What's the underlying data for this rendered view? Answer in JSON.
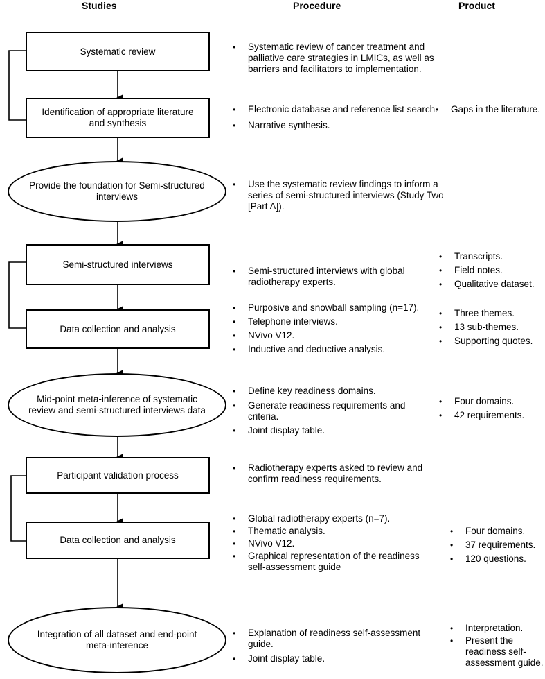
{
  "headers": {
    "studies": "Studies",
    "procedure": "Procedure",
    "product": "Product"
  },
  "nodes": [
    {
      "id": "n1",
      "label": "Systematic review"
    },
    {
      "id": "n2",
      "label": "Identification of appropriate literature and synthesis"
    },
    {
      "id": "n3",
      "label": "Provide the foundation for Semi-structured interviews"
    },
    {
      "id": "n4",
      "label": "Semi-structured interviews"
    },
    {
      "id": "n5",
      "label": "Data collection and analysis"
    },
    {
      "id": "n6",
      "label": "Mid-point meta-inference of systematic review and semi-structured interviews data"
    },
    {
      "id": "n7",
      "label": "Participant validation process"
    },
    {
      "id": "n8",
      "label": "Data collection and analysis"
    },
    {
      "id": "n9",
      "label": "Integration of all dataset and end-point meta-inference"
    }
  ],
  "procedures": [
    [
      "Systematic review of cancer treatment and palliative care strategies in LMICs, as well as barriers and facilitators to implementation."
    ],
    [
      "Electronic database and reference list search.",
      "Narrative synthesis."
    ],
    [
      "Use the systematic review findings to inform a series of semi-structured interviews (Study Two [Part A])."
    ],
    [
      "Semi-structured interviews with global radiotherapy experts."
    ],
    [
      "Purposive and snowball sampling (n=17).",
      "Telephone interviews.",
      "NVivo V12.",
      "Inductive and deductive analysis."
    ],
    [
      "Define key readiness domains.",
      "Generate readiness requirements and criteria.",
      "Joint display table."
    ],
    [
      "Radiotherapy experts asked to review and confirm readiness requirements."
    ],
    [
      "Global radiotherapy experts (n=7).",
      "Thematic analysis.",
      "NVivo V12.",
      "Graphical representation of the readiness self-assessment guide"
    ],
    [
      "Explanation of readiness self-assessment guide.",
      "Joint display table."
    ]
  ],
  "products": [
    [
      "Gaps in the literature."
    ],
    [
      "Transcripts.",
      "Field notes.",
      "Qualitative dataset."
    ],
    [
      "Three themes.",
      "13 sub-themes.",
      "Supporting quotes."
    ],
    [
      "Four domains.",
      "42 requirements."
    ],
    [
      "Four domains.",
      "37 requirements.",
      "120 questions."
    ],
    [
      "Interpretation.",
      "Present the readiness self-assessment guide."
    ]
  ],
  "bullet_char": "•"
}
